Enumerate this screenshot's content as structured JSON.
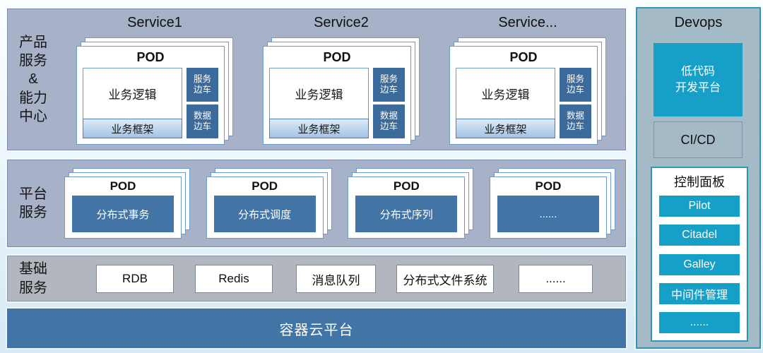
{
  "colors": {
    "band_bg": "#a7b1c7",
    "infra_bg": "#b2b6bf",
    "steel_blue": "#4274a5",
    "sidecar_blue": "#3c6b9b",
    "cyan": "#169fc7",
    "devops_border": "#2f96b6",
    "card_border": "#6f9bcb"
  },
  "product_row": {
    "label": "产品\n服务\n&\n能力\n中心",
    "services": [
      {
        "title": "Service1",
        "pod": "POD",
        "logic": "业务逻辑",
        "framework": "业务框架",
        "sidecar_service": "服务\n边车",
        "sidecar_data": "数据\n边车"
      },
      {
        "title": "Service2",
        "pod": "POD",
        "logic": "业务逻辑",
        "framework": "业务框架",
        "sidecar_service": "服务\n边车",
        "sidecar_data": "数据\n边车"
      },
      {
        "title": "Service...",
        "pod": "POD",
        "logic": "业务逻辑",
        "framework": "业务框架",
        "sidecar_service": "服务\n边车",
        "sidecar_data": "数据\n边车"
      }
    ]
  },
  "platform_row": {
    "label": "平台\n服务",
    "pods": [
      {
        "pod": "POD",
        "label": "分布式事务"
      },
      {
        "pod": "POD",
        "label": "分布式调度"
      },
      {
        "pod": "POD",
        "label": "分布式序列"
      },
      {
        "pod": "POD",
        "label": "......"
      }
    ]
  },
  "infra_row": {
    "label": "基础\n服务",
    "items": [
      {
        "label": "RDB"
      },
      {
        "label": "Redis"
      },
      {
        "label": "消息队列"
      },
      {
        "label": "分布式文件系统"
      },
      {
        "label": "......"
      }
    ]
  },
  "container_bar": {
    "label": "容器云平台"
  },
  "devops": {
    "title": "Devops",
    "lowcode": "低代码\n开发平台",
    "cicd": "CI/CD",
    "control_panel": {
      "title": "控制面板",
      "items": [
        {
          "label": "Pilot"
        },
        {
          "label": "Citadel"
        },
        {
          "label": "Galley"
        },
        {
          "label": "中间件管理"
        },
        {
          "label": "......"
        }
      ]
    }
  }
}
